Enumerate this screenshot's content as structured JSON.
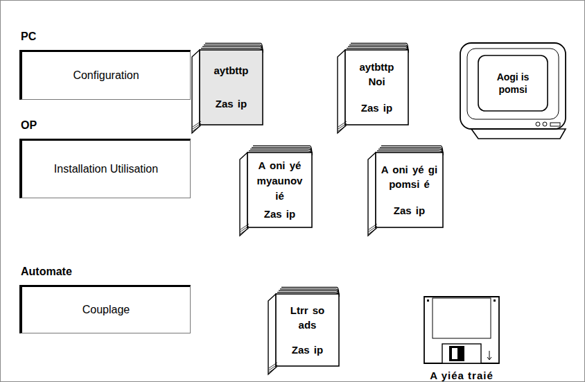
{
  "diagram": {
    "nodes": [
      {
        "text": [
          "PC",
          "Configuration"
        ]
      },
      {
        "text": [
          "aytbttp",
          "Zas ip"
        ]
      },
      {
        "text": [
          "aytbttp Noi",
          "Zas ip"
        ]
      },
      {
        "text": [
          "Aogi is pomsi"
        ]
      },
      {
        "text": [
          "OP",
          "Installation Utilisation"
        ]
      },
      {
        "text": [
          "A oni yé myaunov ié",
          "Zas ip"
        ]
      },
      {
        "text": [
          "A oni yé gi pomsi é",
          "Zas ip"
        ]
      },
      {
        "text": [
          "Automate",
          "Couplage"
        ]
      },
      {
        "text": [
          "Ltrr so ads",
          "Zas ip"
        ]
      },
      {
        "text": [
          "A yiéa traié"
        ]
      }
    ],
    "edges": []
  }
}
